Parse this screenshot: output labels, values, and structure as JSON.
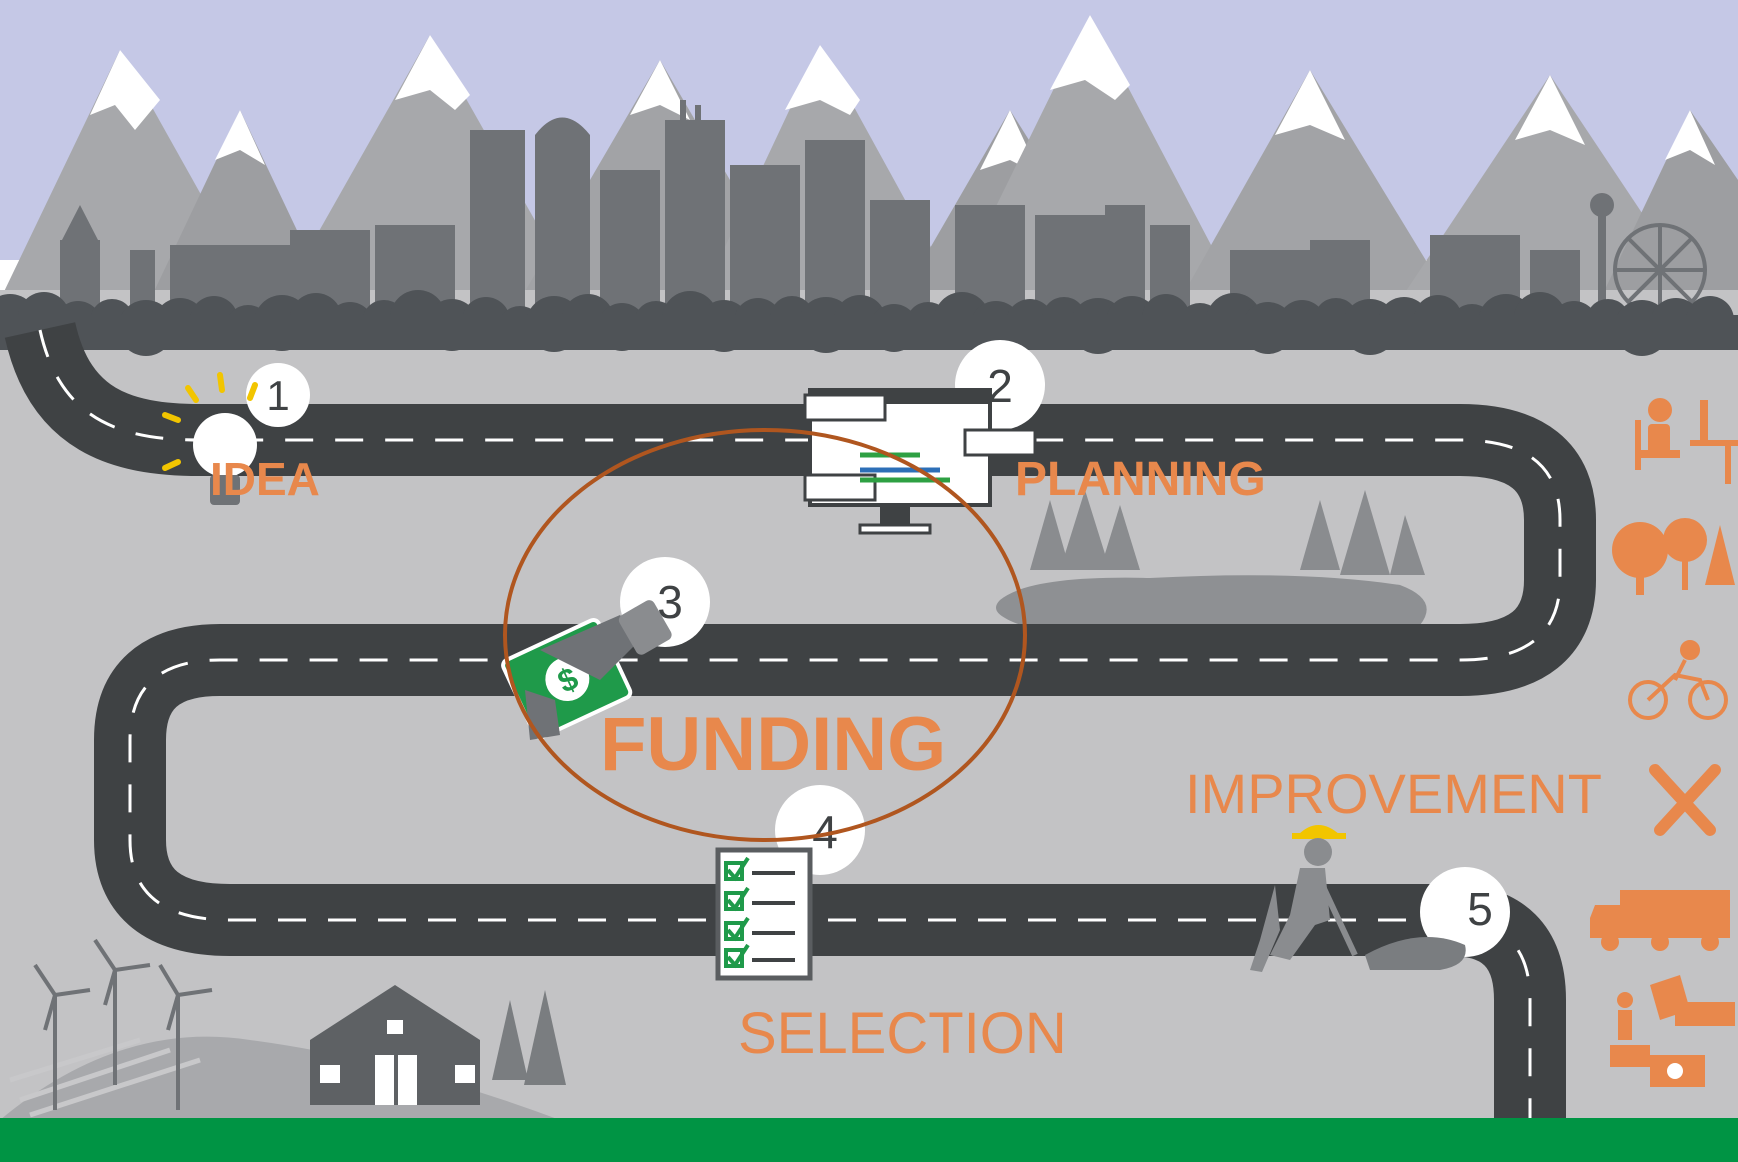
{
  "colors": {
    "sky": "#c5c8e6",
    "ground": "#c3c3c5",
    "road": "#3f4244",
    "road_edge": "#5a5d60",
    "mountain": "#a7a8ab",
    "mountain_dark": "#8e9093",
    "snow": "#ffffff",
    "buildings": "#6f7276",
    "trees": "#4f5357",
    "label_orange": "#e8884c",
    "circle_outline": "#b0561f",
    "footer_green": "#009444",
    "money_green": "#1f9a4a"
  },
  "steps": [
    {
      "number": "1",
      "label": "IDEA",
      "icon": "lightbulb-icon"
    },
    {
      "number": "2",
      "label": "PLANNING",
      "icon": "monitor-plan-icon"
    },
    {
      "number": "3",
      "label": "FUNDING",
      "icon": "handshake-money-icon"
    },
    {
      "number": "4",
      "label": "SELECTION",
      "icon": "checklist-icon"
    },
    {
      "number": "5",
      "label": "IMPROVEMENT",
      "icon": "worker-digging-icon"
    }
  ],
  "side_icons": [
    "person-at-desk-icon",
    "trees-icon",
    "cyclist-icon",
    "tools-icon",
    "truck-icon",
    "recreation-collage-icon"
  ],
  "highlight": {
    "step": "3",
    "shape": "ellipse"
  }
}
